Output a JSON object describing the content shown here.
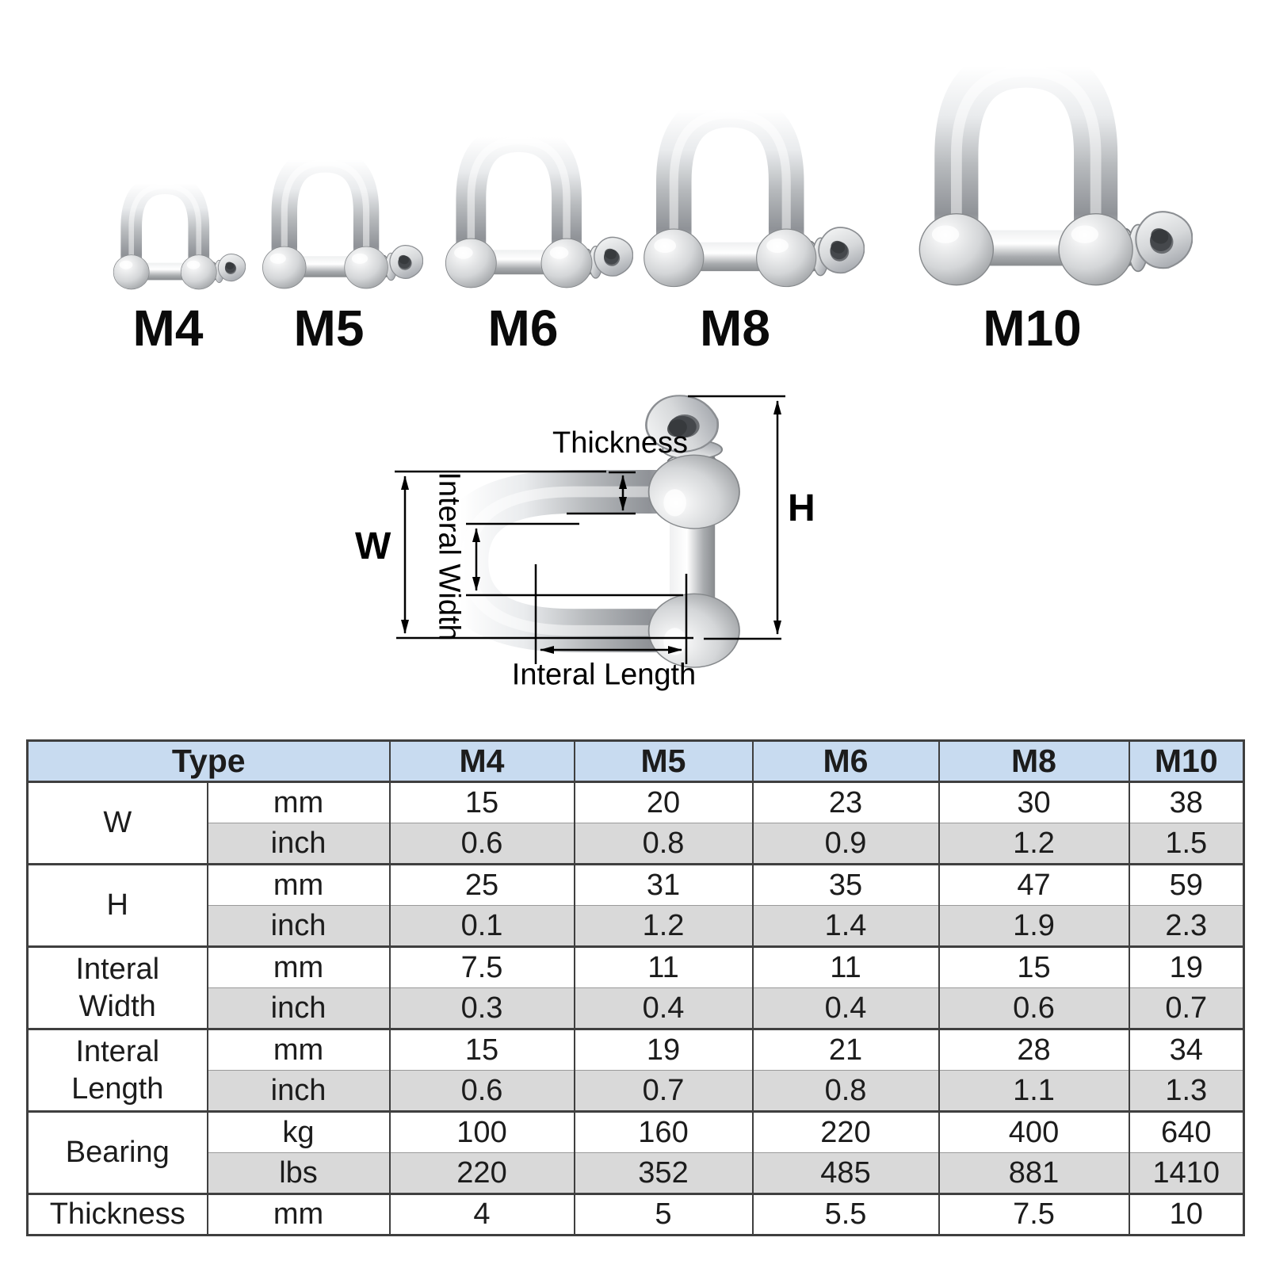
{
  "products": [
    {
      "label": "M4"
    },
    {
      "label": "M5"
    },
    {
      "label": "M6"
    },
    {
      "label": "M8"
    },
    {
      "label": "M10"
    }
  ],
  "diagram": {
    "thickness_label": "Thickness",
    "w_label": "W",
    "h_label": "H",
    "interal_width_label": "Interal Width",
    "interal_length_label": "Interal Length"
  },
  "table": {
    "header": {
      "type_label": "Type",
      "columns": [
        "M4",
        "M5",
        "M6",
        "M8",
        "M10"
      ]
    },
    "groups": [
      {
        "key": "w",
        "label": "W",
        "rows": [
          {
            "unit": "mm",
            "values": [
              "15",
              "20",
              "23",
              "30",
              "38"
            ]
          },
          {
            "unit": "inch",
            "values": [
              "0.6",
              "0.8",
              "0.9",
              "1.2",
              "1.5"
            ]
          }
        ]
      },
      {
        "key": "h",
        "label": "H",
        "rows": [
          {
            "unit": "mm",
            "values": [
              "25",
              "31",
              "35",
              "47",
              "59"
            ]
          },
          {
            "unit": "inch",
            "values": [
              "0.1",
              "1.2",
              "1.4",
              "1.9",
              "2.3"
            ]
          }
        ]
      },
      {
        "key": "interal-width",
        "label": "Interal Width",
        "rows": [
          {
            "unit": "mm",
            "values": [
              "7.5",
              "11",
              "11",
              "15",
              "19"
            ]
          },
          {
            "unit": "inch",
            "values": [
              "0.3",
              "0.4",
              "0.4",
              "0.6",
              "0.7"
            ]
          }
        ]
      },
      {
        "key": "interal-length",
        "label": "Interal Length",
        "rows": [
          {
            "unit": "mm",
            "values": [
              "15",
              "19",
              "21",
              "28",
              "34"
            ]
          },
          {
            "unit": "inch",
            "values": [
              "0.6",
              "0.7",
              "0.8",
              "1.1",
              "1.3"
            ]
          }
        ]
      },
      {
        "key": "bearing",
        "label": "Bearing",
        "rows": [
          {
            "unit": "kg",
            "values": [
              "100",
              "160",
              "220",
              "400",
              "640"
            ]
          },
          {
            "unit": "lbs",
            "values": [
              "220",
              "352",
              "485",
              "881",
              "1410"
            ]
          }
        ]
      },
      {
        "key": "thickness",
        "label": "Thickness",
        "rows": [
          {
            "unit": "mm",
            "values": [
              "4",
              "5",
              "5.5",
              "7.5",
              "10"
            ]
          }
        ]
      }
    ],
    "colors": {
      "header_bg": "#c8dbf0",
      "alt_row_bg": "#d9d9d9",
      "border_dark": "#3f3f3f",
      "border_light": "#9a9a9a"
    }
  }
}
